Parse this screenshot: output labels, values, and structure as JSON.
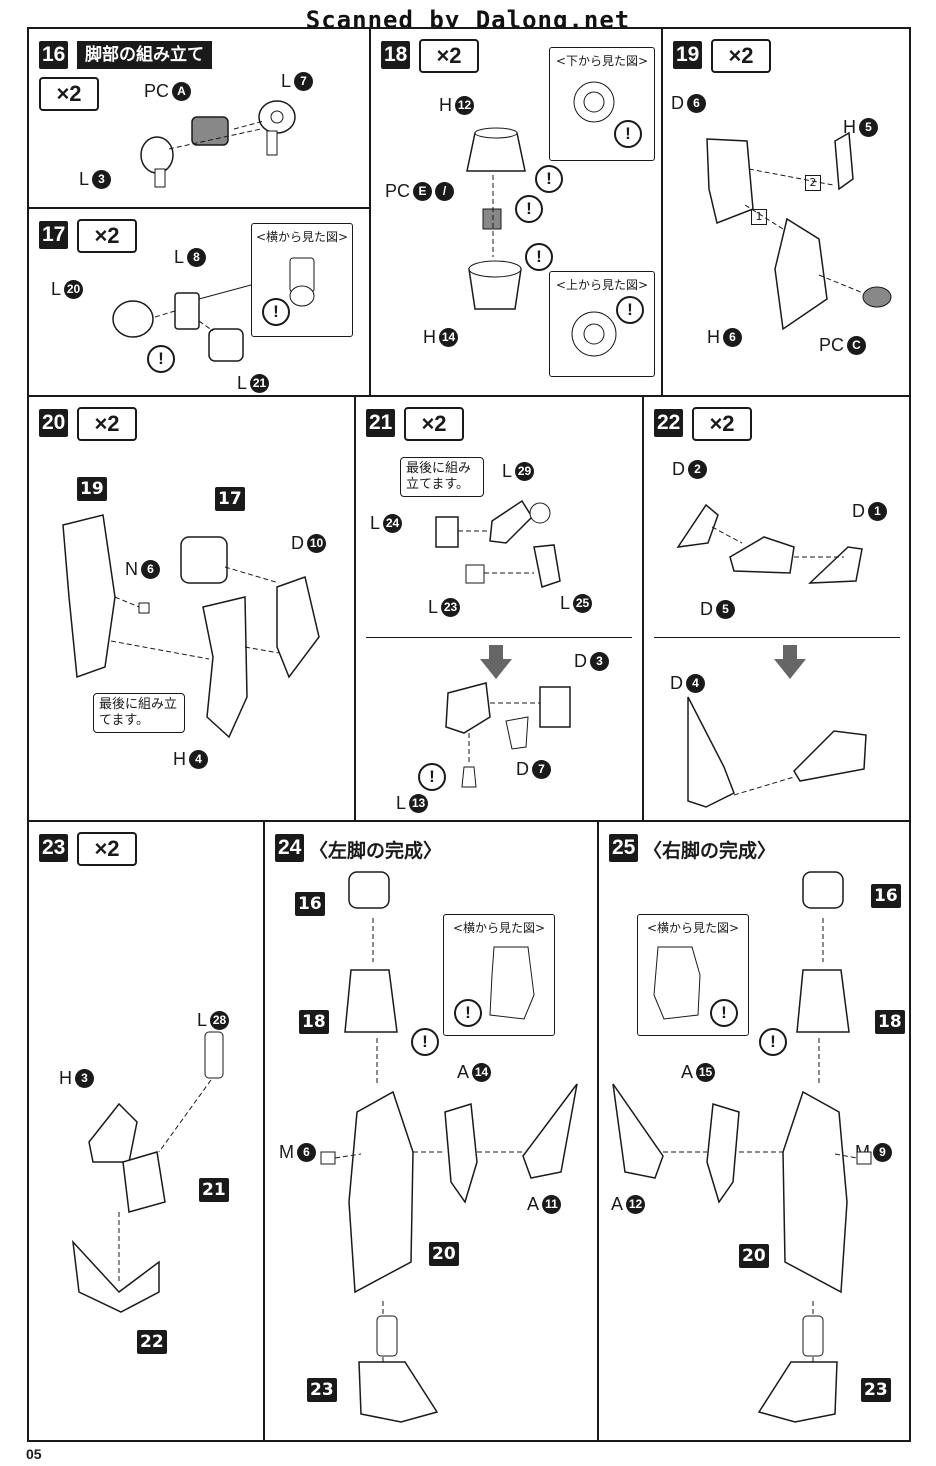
{
  "watermark": "Scanned by Dalong.net",
  "page_number": "05",
  "common": {
    "x2": "×2",
    "warn": "!",
    "see_side": "<横から見た図>",
    "see_below": "<下から見た図>",
    "see_above": "<上から見た図>",
    "last_assemble": "最後に組み立てます。"
  },
  "steps": {
    "s16": {
      "num": "16",
      "title": "脚部の組み立て",
      "parts": {
        "pca": {
          "letter": "PC",
          "num": "A"
        },
        "l7": {
          "letter": "L",
          "num": "7"
        },
        "l3": {
          "letter": "L",
          "num": "3"
        }
      }
    },
    "s17": {
      "num": "17",
      "parts": {
        "l8": {
          "letter": "L",
          "num": "8"
        },
        "l20": {
          "letter": "L",
          "num": "20"
        },
        "l21": {
          "letter": "L",
          "num": "21"
        }
      }
    },
    "s18": {
      "num": "18",
      "parts": {
        "h12": {
          "letter": "H",
          "num": "12"
        },
        "pce": {
          "letter": "PC",
          "num": "E"
        },
        "h14": {
          "letter": "H",
          "num": "14"
        }
      }
    },
    "s19": {
      "num": "19",
      "parts": {
        "d6a": {
          "letter": "D",
          "num": "6"
        },
        "h5": {
          "letter": "H",
          "num": "5"
        },
        "h6": {
          "letter": "H",
          "num": "6"
        },
        "pcc": {
          "letter": "PC",
          "num": "C"
        }
      },
      "order": [
        "1",
        "2"
      ]
    },
    "s20": {
      "num": "20",
      "refs": {
        "r19": "19",
        "r17": "17"
      },
      "parts": {
        "n6": {
          "letter": "N",
          "num": "6"
        },
        "d10": {
          "letter": "D",
          "num": "10"
        },
        "h4": {
          "letter": "H",
          "num": "4"
        }
      }
    },
    "s21": {
      "num": "21",
      "parts": {
        "l29": {
          "letter": "L",
          "num": "29"
        },
        "l24": {
          "letter": "L",
          "num": "24"
        },
        "l23": {
          "letter": "L",
          "num": "23"
        },
        "l25": {
          "letter": "L",
          "num": "25"
        },
        "d3": {
          "letter": "D",
          "num": "3"
        },
        "d7": {
          "letter": "D",
          "num": "7"
        },
        "l13": {
          "letter": "L",
          "num": "13"
        }
      }
    },
    "s22": {
      "num": "22",
      "parts": {
        "d2": {
          "letter": "D",
          "num": "2"
        },
        "d1": {
          "letter": "D",
          "num": "1"
        },
        "d5": {
          "letter": "D",
          "num": "5"
        },
        "d4": {
          "letter": "D",
          "num": "4"
        }
      }
    },
    "s23": {
      "num": "23",
      "refs": {
        "r21": "21",
        "r22": "22"
      },
      "parts": {
        "l28": {
          "letter": "L",
          "num": "28"
        },
        "h3": {
          "letter": "H",
          "num": "3"
        }
      }
    },
    "s24": {
      "num": "24",
      "title": "〈左脚の完成〉",
      "refs": {
        "r16": "16",
        "r18": "18",
        "r20": "20",
        "r23": "23"
      },
      "parts": {
        "a14": {
          "letter": "A",
          "num": "14"
        },
        "m6": {
          "letter": "M",
          "num": "6"
        },
        "a11": {
          "letter": "A",
          "num": "11"
        }
      }
    },
    "s25": {
      "num": "25",
      "title": "〈右脚の完成〉",
      "refs": {
        "r16": "16",
        "r18": "18",
        "r20": "20",
        "r23": "23"
      },
      "parts": {
        "a15": {
          "letter": "A",
          "num": "15"
        },
        "m9": {
          "letter": "M",
          "num": "9"
        },
        "a12": {
          "letter": "A",
          "num": "12"
        }
      }
    }
  }
}
